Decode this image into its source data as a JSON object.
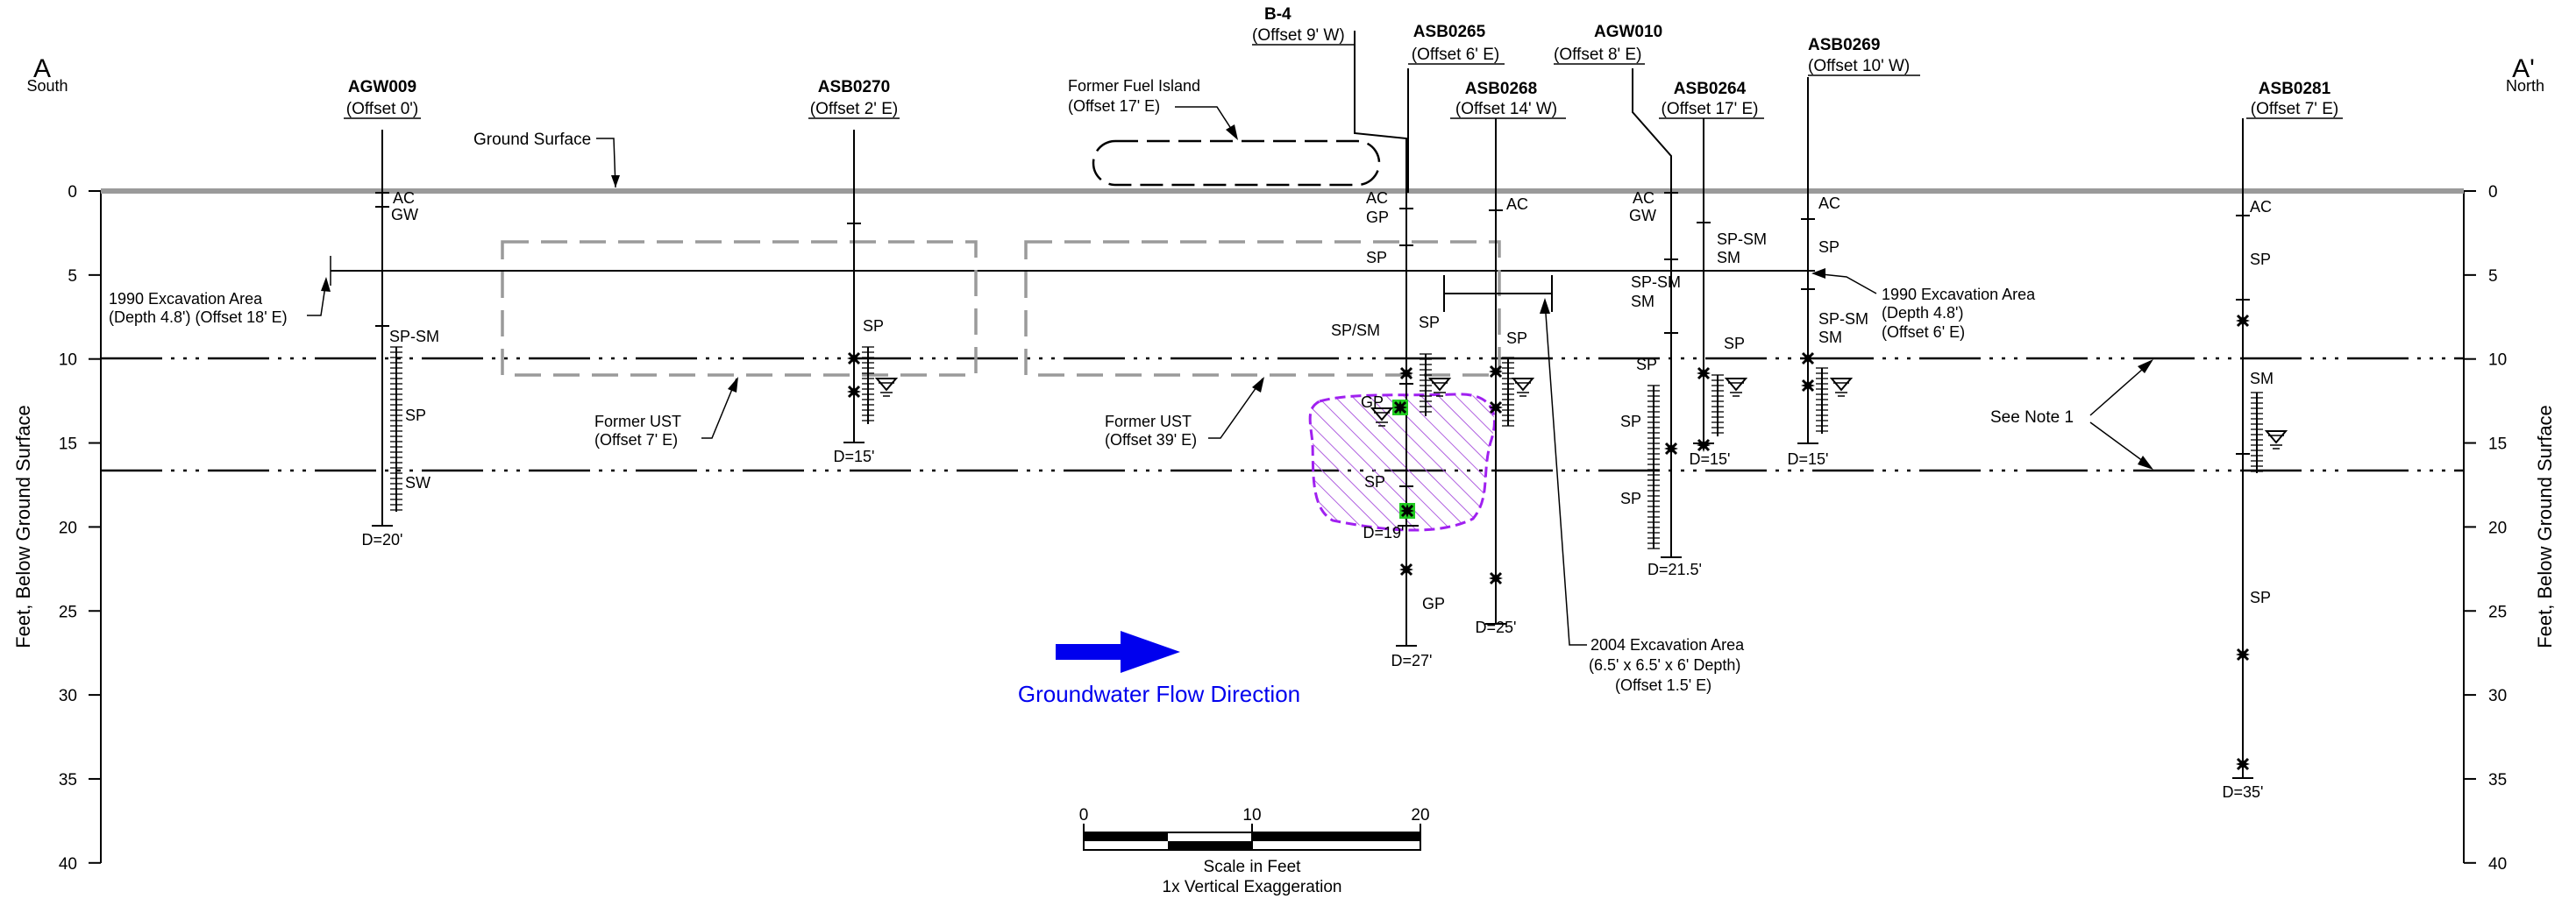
{
  "section": {
    "start_letter": "A",
    "start_direction": "South",
    "end_letter": "A'",
    "end_direction": "North"
  },
  "y_axis": {
    "label": "Feet, Below Ground Surface",
    "ticks": [
      0,
      5,
      10,
      15,
      20,
      25,
      30,
      35,
      40
    ],
    "range": [
      0,
      40
    ]
  },
  "ground_surface_label": "Ground Surface",
  "borings": [
    {
      "name": "AGW009",
      "offset": "(Offset 0')",
      "depth_label": "D=20'",
      "lithology": [
        "AC",
        "GW",
        "SP-SM",
        "SP",
        "SW"
      ]
    },
    {
      "name": "ASB0270",
      "offset": "(Offset 2' E)",
      "depth_label": "D=15'",
      "lithology": [
        "SP"
      ]
    },
    {
      "name": "B-4",
      "offset": "(Offset 9' W)",
      "depth_label": "D=27'",
      "lithology": [
        "AC",
        "GP",
        "SP",
        "SP/SM",
        "GP",
        "SP",
        "GP"
      ]
    },
    {
      "name": "ASB0265",
      "offset": "(Offset 6' E)",
      "depth_label": "D=19'",
      "lithology": [
        "SP"
      ]
    },
    {
      "name": "ASB0268",
      "offset": "(Offset 14' W)",
      "depth_label": "D=25'",
      "lithology": [
        "AC",
        "SP"
      ]
    },
    {
      "name": "AGW010",
      "offset": "(Offset 8' E)",
      "depth_label": "D=21.5'",
      "lithology": [
        "AC",
        "GW",
        "SP-SM",
        "SP",
        "SP"
      ]
    },
    {
      "name": "ASB0264",
      "offset": "(Offset 17' E)",
      "depth_label": "D=15'",
      "lithology": [
        "SP-SM",
        "SP"
      ]
    },
    {
      "name": "ASB0269",
      "offset": "(Offset 10' W)",
      "depth_label": "D=15'",
      "lithology": [
        "AC",
        "SP",
        "SP-SM"
      ]
    },
    {
      "name": "ASB0281",
      "offset": "(Offset 7' E)",
      "depth_label": "D=35'",
      "lithology": [
        "AC",
        "SP",
        "SM",
        "SP"
      ]
    }
  ],
  "features": {
    "excavation_1990_left": [
      "1990 Excavation Area",
      "(Depth 4.8') (Offset 18' E)"
    ],
    "excavation_1990_right": [
      "1990 Excavation Area",
      "(Depth 4.8')",
      "(Offset 6' E)"
    ],
    "former_ust_1": [
      "Former UST",
      "(Offset 7' E)"
    ],
    "former_ust_2": [
      "Former UST",
      "(Offset 39' E)"
    ],
    "former_fuel_island": [
      "Former Fuel Island",
      "(Offset 17' E)"
    ],
    "excavation_2004": [
      "2004 Excavation Area",
      "(6.5' x 6.5' x 6' Depth)",
      "(Offset 1.5' E)"
    ],
    "note": "See Note 1"
  },
  "flow": {
    "label": "Groundwater Flow Direction",
    "color": "#0000ee"
  },
  "scale_bar": {
    "ticks": [
      "0",
      "10",
      "20"
    ],
    "line1": "Scale in Feet",
    "line2": "1x Vertical Exaggeration"
  },
  "colors": {
    "ground_surface": "#9a9a9a",
    "ust_outline": "#9a9a9a",
    "impacted_area": "#a020f0",
    "sample_highlight": "#22cc22"
  }
}
